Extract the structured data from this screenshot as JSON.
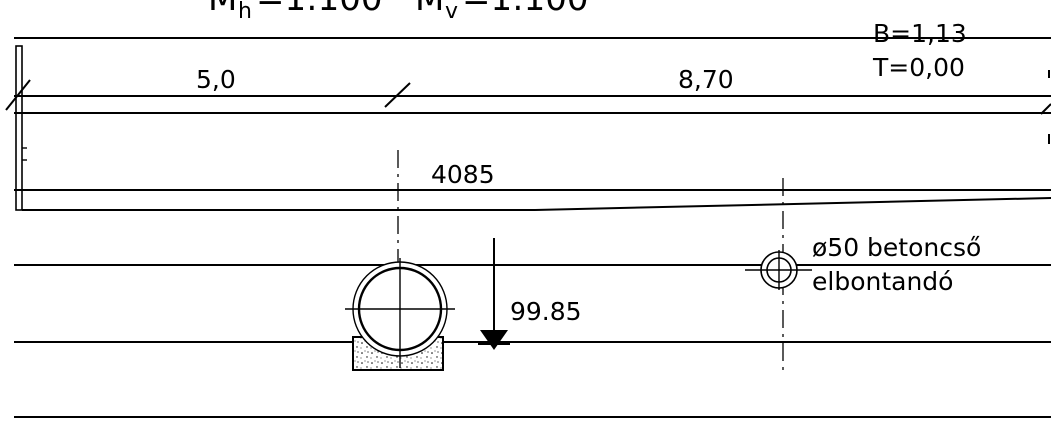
{
  "scale": {
    "horizontal_prefix": "M",
    "horizontal_sub": "h",
    "horizontal_value": "=1:100",
    "vertical_prefix": "M",
    "vertical_sub": "v",
    "vertical_value": "=1:100"
  },
  "profile": {
    "slope_label": "B=1,13",
    "t_label": "T=0,00",
    "distance_left": "5,0",
    "distance_right": "8,70",
    "chainage": "4085"
  },
  "existing_pipe": {
    "diameter_label": "ø50 betoncső",
    "note_label": "elbontandó"
  },
  "design_pipe": {
    "level_label": "99.85"
  }
}
